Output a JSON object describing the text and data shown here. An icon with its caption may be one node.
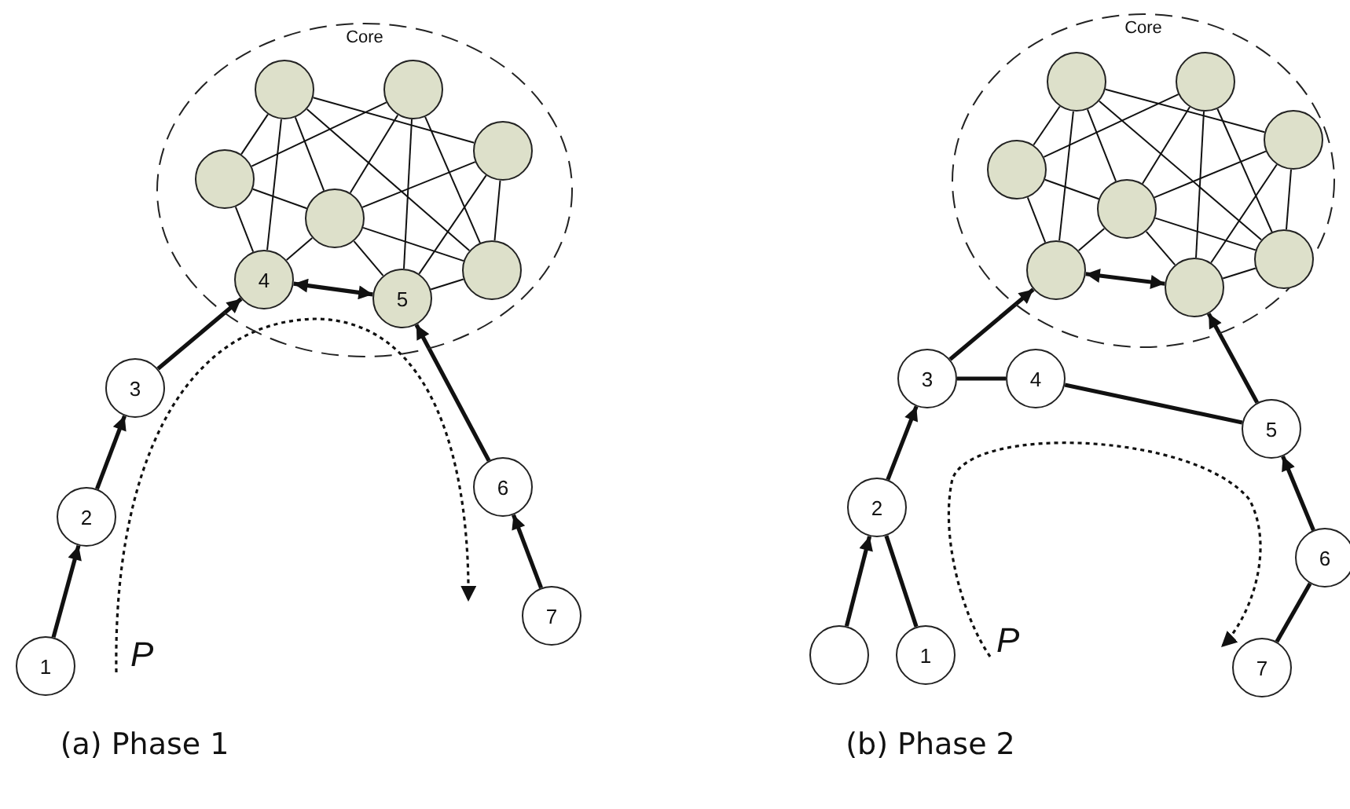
{
  "diagram": {
    "nodes": [
      {
        "text": [
          "Core"
        ]
      },
      {
        "text": [],
        "shape": "circle",
        "in": 0
      },
      {
        "text": [],
        "shape": "circle",
        "in": 0
      },
      {
        "text": [],
        "shape": "circle",
        "in": 0
      },
      {
        "text": [],
        "shape": "circle",
        "in": 0
      },
      {
        "text": [],
        "shape": "circle",
        "in": 0
      },
      {
        "text": [],
        "shape": "circle",
        "in": 0
      },
      {
        "text": [
          "4"
        ],
        "in": 0
      },
      {
        "text": [
          "5"
        ],
        "in": 0
      },
      {
        "text": [
          "3"
        ]
      },
      {
        "text": [
          "6"
        ]
      },
      {
        "text": [
          "2"
        ]
      },
      {
        "text": [
          "7"
        ]
      },
      {
        "text": [
          "1"
        ]
      },
      {
        "text": [
          "Core"
        ]
      },
      {
        "text": [],
        "shape": "circle",
        "in": 14
      },
      {
        "text": [],
        "shape": "circle",
        "in": 14
      },
      {
        "text": [],
        "shape": "circle",
        "in": 14
      },
      {
        "text": [],
        "shape": "circle",
        "in": 14
      },
      {
        "text": [],
        "shape": "circle",
        "in": 14
      },
      {
        "text": [],
        "shape": "circle",
        "in": 14
      },
      {
        "text": [],
        "shape": "circle",
        "in": 14
      },
      {
        "text": [],
        "shape": "circle",
        "in": 14
      },
      {
        "text": [
          "3"
        ]
      },
      {
        "text": [
          "4"
        ]
      },
      {
        "text": [
          "5"
        ]
      },
      {
        "text": [
          "2"
        ]
      },
      {
        "text": [
          "6"
        ]
      },
      {
        "text": [],
        "shape": "circle"
      },
      {
        "text": [
          "1"
        ]
      },
      {
        "text": [
          "7"
        ]
      }
    ],
    "edges": [
      {
        "from": 1,
        "to": 4,
        "arrow": "none"
      },
      {
        "from": 1,
        "to": 7,
        "arrow": "none"
      },
      {
        "from": 1,
        "to": 5,
        "arrow": "none"
      },
      {
        "from": 1,
        "to": 6,
        "arrow": "none"
      },
      {
        "from": 1,
        "to": 3,
        "arrow": "none"
      },
      {
        "from": 2,
        "to": 4,
        "arrow": "none"
      },
      {
        "from": 2,
        "to": 5,
        "arrow": "none"
      },
      {
        "from": 2,
        "to": 8,
        "arrow": "none"
      },
      {
        "from": 2,
        "to": 6,
        "arrow": "none"
      },
      {
        "from": 3,
        "to": 5,
        "arrow": "none"
      },
      {
        "from": 3,
        "to": 8,
        "arrow": "none"
      },
      {
        "from": 3,
        "to": 6,
        "arrow": "none"
      },
      {
        "from": 4,
        "to": 5,
        "arrow": "none"
      },
      {
        "from": 4,
        "to": 7,
        "arrow": "none"
      },
      {
        "from": 5,
        "to": 7,
        "arrow": "none"
      },
      {
        "from": 5,
        "to": 8,
        "arrow": "none"
      },
      {
        "from": 5,
        "to": 6,
        "arrow": "none"
      },
      {
        "from": 8,
        "to": 6,
        "arrow": "none"
      },
      {
        "from": 7,
        "to": 8,
        "arrow": "both",
        "style": "thick"
      },
      {
        "from": 13,
        "to": 11,
        "arrow": "to",
        "style": "thick"
      },
      {
        "from": 11,
        "to": 9,
        "arrow": "to",
        "style": "thick"
      },
      {
        "from": 9,
        "to": 7,
        "arrow": "to",
        "style": "thick"
      },
      {
        "from": 12,
        "to": 10,
        "arrow": "to",
        "style": "thick"
      },
      {
        "from": 10,
        "to": 8,
        "arrow": "to",
        "style": "thick"
      },
      {
        "from": 15,
        "to": 18,
        "arrow": "none"
      },
      {
        "from": 15,
        "to": 21,
        "arrow": "none"
      },
      {
        "from": 15,
        "to": 19,
        "arrow": "none"
      },
      {
        "from": 15,
        "to": 20,
        "arrow": "none"
      },
      {
        "from": 15,
        "to": 17,
        "arrow": "none"
      },
      {
        "from": 16,
        "to": 18,
        "arrow": "none"
      },
      {
        "from": 16,
        "to": 19,
        "arrow": "none"
      },
      {
        "from": 16,
        "to": 22,
        "arrow": "none"
      },
      {
        "from": 16,
        "to": 20,
        "arrow": "none"
      },
      {
        "from": 17,
        "to": 19,
        "arrow": "none"
      },
      {
        "from": 17,
        "to": 22,
        "arrow": "none"
      },
      {
        "from": 17,
        "to": 20,
        "arrow": "none"
      },
      {
        "from": 18,
        "to": 19,
        "arrow": "none"
      },
      {
        "from": 18,
        "to": 21,
        "arrow": "none"
      },
      {
        "from": 19,
        "to": 21,
        "arrow": "none"
      },
      {
        "from": 19,
        "to": 22,
        "arrow": "none"
      },
      {
        "from": 19,
        "to": 20,
        "arrow": "none"
      },
      {
        "from": 22,
        "to": 20,
        "arrow": "none"
      },
      {
        "from": 21,
        "to": 22,
        "arrow": "both",
        "style": "thick"
      },
      {
        "from": 23,
        "to": 21,
        "arrow": "to",
        "style": "thick"
      },
      {
        "from": 26,
        "to": 23,
        "arrow": "to",
        "style": "thick"
      },
      {
        "from": 28,
        "to": 26,
        "arrow": "to",
        "style": "thick"
      },
      {
        "from": 29,
        "to": 26,
        "arrow": "none",
        "style": "thick"
      },
      {
        "from": 23,
        "to": 24,
        "arrow": "none",
        "style": "thick"
      },
      {
        "from": 24,
        "to": 25,
        "arrow": "none",
        "style": "thick"
      },
      {
        "from": 25,
        "to": 22,
        "arrow": "to",
        "style": "thick"
      },
      {
        "from": 27,
        "to": 25,
        "arrow": "to",
        "style": "thick"
      },
      {
        "from": 30,
        "to": 27,
        "arrow": "none",
        "style": "thick"
      }
    ],
    "labels": [
      "P",
      "P",
      "(a) Phase 1",
      "(b) Phase 2"
    ]
  }
}
